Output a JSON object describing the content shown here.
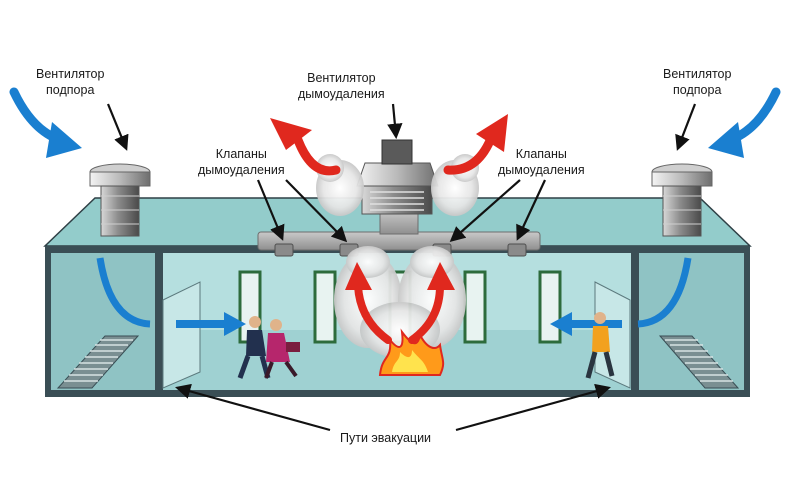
{
  "labels": {
    "supply_fan_left": {
      "line1": "Вентилятор",
      "line2": "подпора"
    },
    "supply_fan_right": {
      "line1": "Вентилятор",
      "line2": "подпора"
    },
    "exhaust_fan": {
      "line1": "Вентилятор",
      "line2": "дымоудаления"
    },
    "dampers_left": {
      "line1": "Клапаны",
      "line2": "дымоудаления"
    },
    "dampers_right": {
      "line1": "Клапаны",
      "line2": "дымоудаления"
    },
    "evacuation": "Пути эвакуации"
  },
  "colors": {
    "supply_air": "#1a7fd0",
    "smoke_flow": "#e0281e",
    "pointer": "#111111",
    "wall": "#3a4e55",
    "floor": "#a7d7d8",
    "ceiling": "#8fc9c9",
    "fire": "#ff9a1a"
  }
}
